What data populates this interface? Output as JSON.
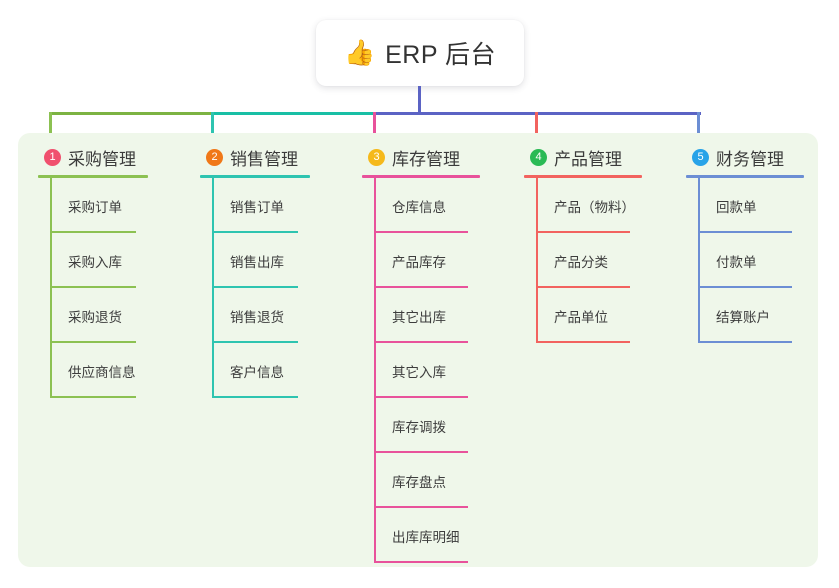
{
  "root": {
    "icon": "thumbs-up-emoji",
    "emoji": "👍",
    "title": "ERP 后台"
  },
  "palette": {
    "panel_bg": "#eff7ea",
    "page_bg": "#ffffff",
    "trunk": "#5b63c4",
    "bar_green": "#7cb342",
    "bar_teal": "#18bfa5",
    "bar_blue": "#5b63c4"
  },
  "columns": [
    {
      "index": "1",
      "title": "采购管理",
      "badge_color": "#f0506e",
      "line_color": "#8cc152",
      "items": [
        "采购订单",
        "采购入库",
        "采购退货",
        "供应商信息"
      ]
    },
    {
      "index": "2",
      "title": "销售管理",
      "badge_color": "#f07818",
      "line_color": "#2ec4b0",
      "items": [
        "销售订单",
        "销售出库",
        "销售退货",
        "客户信息"
      ]
    },
    {
      "index": "3",
      "title": "库存管理",
      "badge_color": "#f5b91b",
      "line_color": "#e8529b",
      "items": [
        "仓库信息",
        "产品库存",
        "其它出库",
        "其它入库",
        "库存调拨",
        "库存盘点",
        "出库库明细"
      ]
    },
    {
      "index": "4",
      "title": "产品管理",
      "badge_color": "#2aba55",
      "line_color": "#f2635f",
      "items": [
        "产品（物料）",
        "产品分类",
        "产品单位"
      ]
    },
    {
      "index": "5",
      "title": "财务管理",
      "badge_color": "#28a3e8",
      "line_color": "#6c8ed4",
      "items": [
        "回款单",
        "付款单",
        "结算账户"
      ]
    }
  ]
}
